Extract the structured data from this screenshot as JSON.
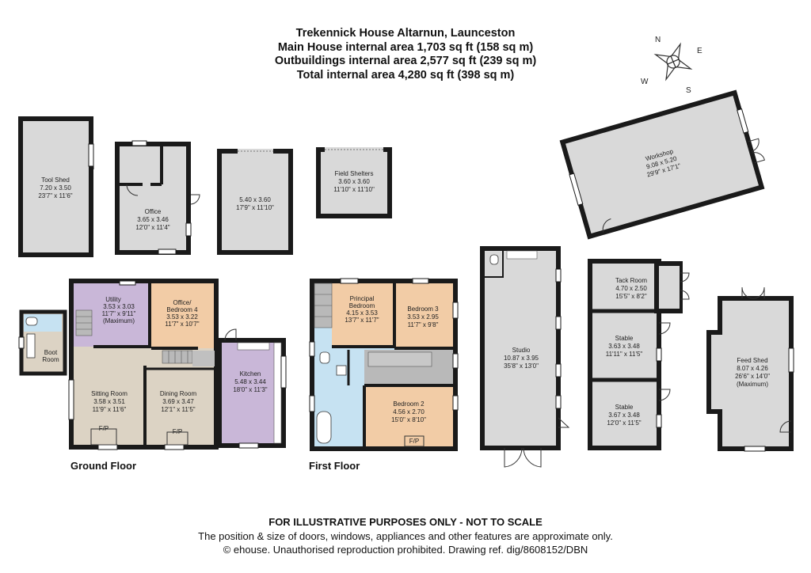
{
  "title": {
    "line1": "Trekennick House Altarnun, Launceston",
    "line2": "Main House internal area 1,703 sq ft (158 sq m)",
    "line3": "Outbuildings internal area 2,577 sq ft (239 sq m)",
    "line4": "Total internal area 4,280 sq ft (398 sq m)"
  },
  "compass": {
    "n": "N",
    "e": "E",
    "s": "S",
    "w": "W"
  },
  "colors": {
    "wall": "#1a1a1a",
    "grey_room": "#d9d9d9",
    "beige_room": "#dcd3c4",
    "purple_room": "#c9b7d8",
    "orange_room": "#f2cca6",
    "blue_room": "#c6e2f2",
    "stair": "#b9b9b9"
  },
  "rooms": {
    "tool_shed": {
      "name": "Tool Shed",
      "metric": "7.20 x 3.50",
      "imperial": "23'7\" x 11'6\""
    },
    "office": {
      "name": "Office",
      "metric": "3.65 x 3.46",
      "imperial": "12'0\" x 11'4\""
    },
    "unnamed_outbuilding": {
      "metric": "5.40 x 3.60",
      "imperial": "17'9\" x 11'10\""
    },
    "field_shelters": {
      "name": "Field Shelters",
      "metric": "3.60 x 3.60",
      "imperial": "11'10\" x 11'10\""
    },
    "workshop": {
      "name": "Workshop",
      "metric": "9.08 x 5.20",
      "imperial": "29'9\" x 17'1\""
    },
    "utility": {
      "name": "Utility",
      "metric": "3.53 x 3.03",
      "imperial": "11'7\" x 9'11\"",
      "note": "(Maximum)"
    },
    "office_bedroom4": {
      "name1": "Office/",
      "name2": "Bedroom 4",
      "metric": "3.53 x 3.22",
      "imperial": "11'7\" x 10'7\""
    },
    "boot_room": {
      "name1": "Boot",
      "name2": "Room"
    },
    "sitting_room": {
      "name": "Sitting Room",
      "metric": "3.58 x 3.51",
      "imperial": "11'9\" x 11'6\"",
      "fp": "F/P"
    },
    "dining_room": {
      "name": "Dining Room",
      "metric": "3.69 x 3.47",
      "imperial": "12'1\" x 11'5\"",
      "fp": "F/P"
    },
    "kitchen": {
      "name": "Kitchen",
      "metric": "5.48 x 3.44",
      "imperial": "18'0\" x 11'3\""
    },
    "principal_bedroom": {
      "name1": "Principal",
      "name2": "Bedroom",
      "metric": "4.15 x 3.53",
      "imperial": "13'7\" x 11'7\""
    },
    "bedroom3": {
      "name": "Bedroom 3",
      "metric": "3.53 x 2.95",
      "imperial": "11'7\" x 9'8\""
    },
    "bedroom2": {
      "name": "Bedroom 2",
      "metric": "4.56 x 2.70",
      "imperial": "15'0\" x 8'10\"",
      "fp": "F/P"
    },
    "studio": {
      "name": "Studio",
      "metric": "10.87 x 3.95",
      "imperial": "35'8\" x 13'0\""
    },
    "tack_room": {
      "name": "Tack Room",
      "metric": "4.70 x 2.50",
      "imperial": "15'5\" x 8'2\""
    },
    "stable1": {
      "name": "Stable",
      "metric": "3.63 x 3.48",
      "imperial": "11'11\" x 11'5\""
    },
    "stable2": {
      "name": "Stable",
      "metric": "3.67 x 3.48",
      "imperial": "12'0\" x 11'5\""
    },
    "feed_shed": {
      "name": "Feed Shed",
      "metric": "8.07 x 4.26",
      "imperial": "26'6\" x 14'0\"",
      "note": "(Maximum)"
    }
  },
  "floor_labels": {
    "ground": "Ground Floor",
    "first": "First Floor"
  },
  "footer": {
    "line1": "FOR ILLUSTRATIVE PURPOSES ONLY - NOT TO SCALE",
    "line2": "The position & size of doors, windows, appliances and other features are approximate only.",
    "line3": "© ehouse. Unauthorised reproduction prohibited. Drawing ref. dig/8608152/DBN"
  }
}
